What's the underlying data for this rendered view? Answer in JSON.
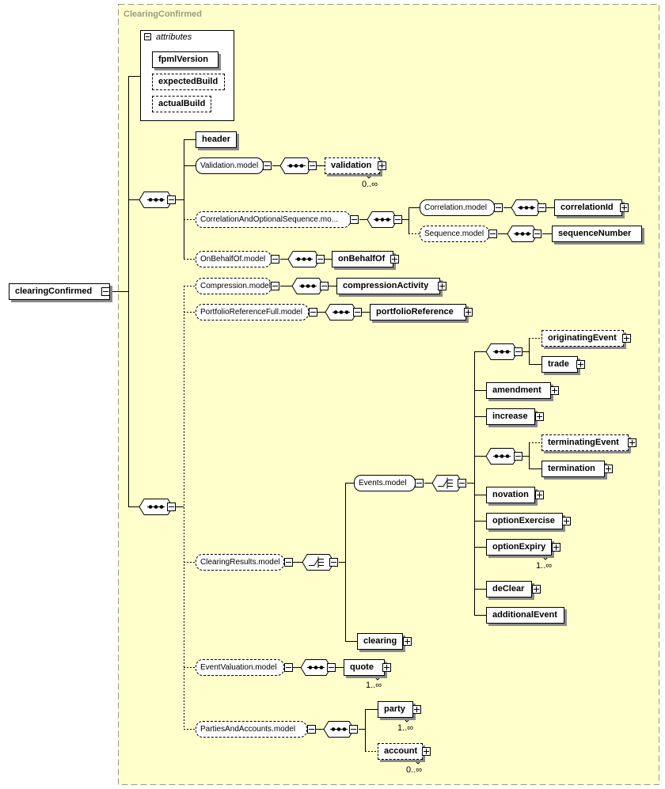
{
  "root": {
    "label": "clearingConfirmed"
  },
  "complex_type": {
    "title": "ClearingConfirmed"
  },
  "attributes": {
    "title": "attributes",
    "items": [
      "fpmlVersion",
      "expectedBuild",
      "actualBuild"
    ]
  },
  "groups": {
    "validation_model": "Validation.model",
    "correlation_seq_model": "CorrelationAndOptionalSequence.mo...",
    "correlation_model": "Correlation.model",
    "sequence_model": "Sequence.model",
    "on_behalf_model": "OnBehalfOf.model",
    "compression_model": "Compression.model",
    "portfolio_model": "PortfolioReferenceFull.model",
    "clearing_results_model": "ClearingResults.model",
    "events_model": "Events.model",
    "event_valuation_model": "EventValuation.model",
    "parties_model": "PartiesAndAccounts.model"
  },
  "elements": {
    "header": "header",
    "validation": "validation",
    "correlationId": "correlationId",
    "sequenceNumber": "sequenceNumber",
    "onBehalfOf": "onBehalfOf",
    "compressionActivity": "compressionActivity",
    "portfolioReference": "portfolioReference",
    "originatingEvent": "originatingEvent",
    "trade": "trade",
    "amendment": "amendment",
    "increase": "increase",
    "terminatingEvent": "terminatingEvent",
    "termination": "termination",
    "novation": "novation",
    "optionExercise": "optionExercise",
    "optionExpiry": "optionExpiry",
    "deClear": "deClear",
    "additionalEvent": "additionalEvent",
    "clearing": "clearing",
    "quote": "quote",
    "party": "party",
    "account": "account"
  },
  "cardinality": {
    "validation": "0..∞",
    "optionExpiry": "1..∞",
    "quote": "1..∞",
    "party": "1..∞",
    "account": "0..∞"
  },
  "colors": {
    "background": "#ffffff",
    "type_fill": "#ffffcc",
    "type_border": "#9b9b7c",
    "title": "#9b9b7c",
    "line": "#000000",
    "shadow": "#8a8a8a"
  }
}
